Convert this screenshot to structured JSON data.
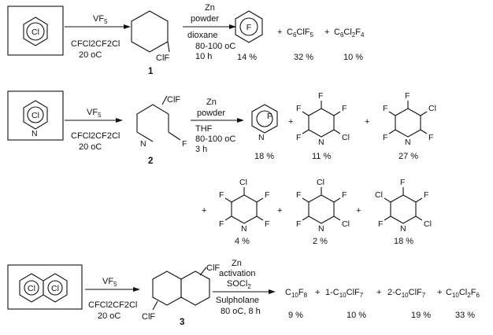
{
  "row1": {
    "reactant_label": "Cl",
    "reagent_above": "VF5",
    "solvent_below": "CFCl2CF2Cl",
    "temp_below": "20 oC",
    "intermediate_substituent": "ClF",
    "intermediate_number": "1",
    "step2_above_1": "Zn",
    "step2_above_2": "powder",
    "step2_above_3": "dioxane",
    "step2_below_1": "80-100 oC",
    "step2_below_2": "10 h",
    "product1_label": "F",
    "plus": "+",
    "product2": "C6ClF5",
    "product3": "C6Cl2F4",
    "yields": [
      "14 %",
      "32 %",
      "10 %"
    ]
  },
  "row2": {
    "reactant_label": "Cl",
    "reactant_n": "N",
    "reagent_above": "VF5",
    "solvent_below": "CFCl2CF2Cl",
    "temp_below": "20 oC",
    "intermediate_substituent": "ClF",
    "intermediate_n": "N",
    "intermediate_f": "F",
    "intermediate_number": "2",
    "step2_above_1": "Zn",
    "step2_above_2": "powder",
    "step2_below_1": "THF",
    "step2_below_2": "80-100 oC",
    "step2_below_3": "3 h",
    "product1_label": "F",
    "product1_n": "N",
    "atoms": {
      "F": "F",
      "Cl": "Cl",
      "N": "N"
    },
    "yields": [
      "18 %",
      "11 %",
      "27 %"
    ],
    "plus": "+"
  },
  "row3": {
    "yields": [
      "4 %",
      "2 %",
      "18 %"
    ],
    "plus": "+"
  },
  "row4": {
    "reactant_label_1": "Cl",
    "reactant_label_2": "Cl",
    "reagent_above": "VF5",
    "solvent_below": "CFCl2CF2Cl",
    "temp_below": "20 oC",
    "intermediate_substituent": "ClF",
    "intermediate_number": "3",
    "step2_above_1": "Zn",
    "step2_above_2": "activation",
    "step2_above_3": "SOCl2",
    "step2_below_1": "Sulpholane",
    "step2_below_2": "80 oC, 8 h",
    "product1": "C10F8",
    "product2": "1-C10ClF7",
    "product3": "2-C10ClF7",
    "product4": "C10Cl2F6",
    "plus": "+",
    "yields": [
      "9 %",
      "10 %",
      "19 %",
      "33 %"
    ]
  }
}
